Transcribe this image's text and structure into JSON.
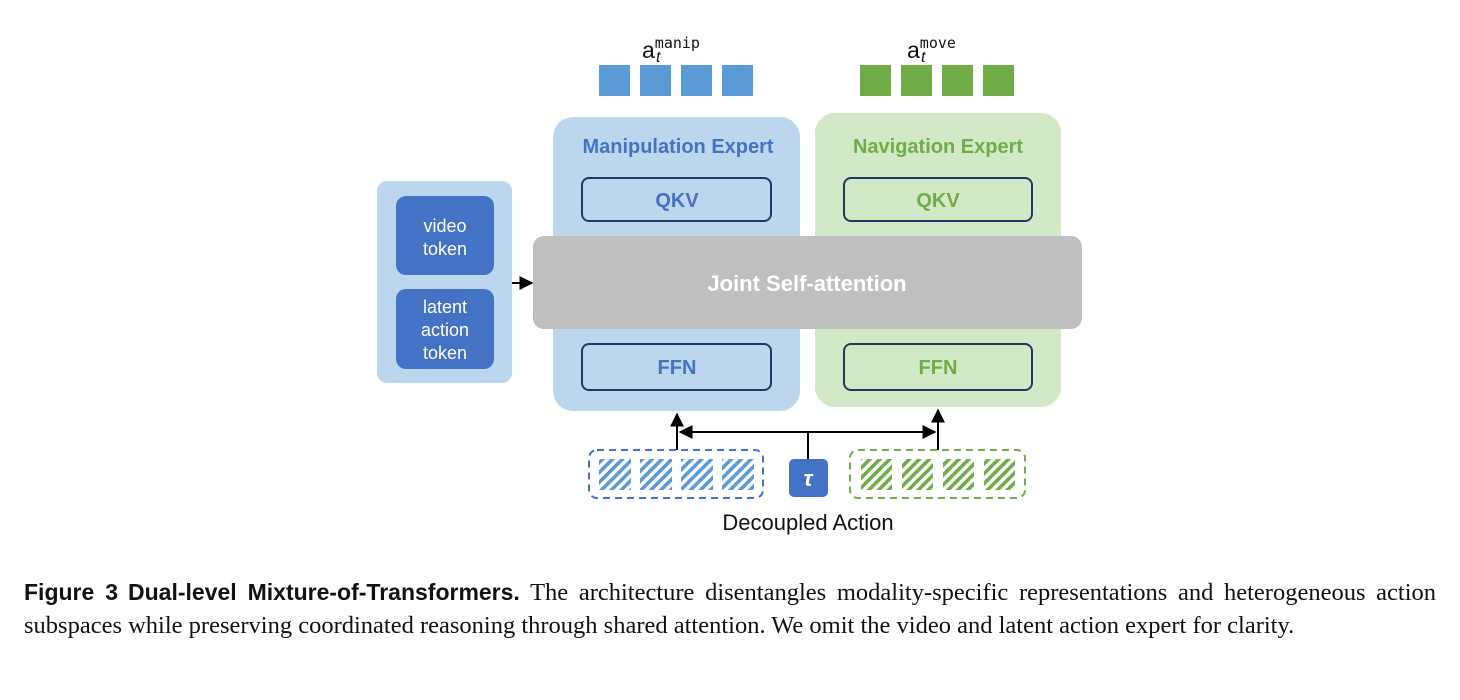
{
  "outputs": {
    "manip": {
      "base": "a",
      "sub": "t",
      "sup": "manip"
    },
    "move": {
      "base": "a",
      "sub": "t",
      "sup": "move"
    }
  },
  "input_box": {
    "video_token": [
      "video",
      "token"
    ],
    "latent_action_token": [
      "latent",
      "action",
      "token"
    ]
  },
  "experts": {
    "manipulation": {
      "title": "Manipulation Expert",
      "qkv": "QKV",
      "ffn": "FFN"
    },
    "navigation": {
      "title": "Navigation Expert",
      "qkv": "QKV",
      "ffn": "FFN"
    }
  },
  "joint_attention": "Joint Self-attention",
  "tau": "τ",
  "decoupled_action": "Decoupled Action",
  "caption": {
    "figure_label": "Figure 3",
    "title": "Dual-level Mixture-of-Transformers.",
    "text": "The architecture disentangles modality-specific representations and heterogeneous action subspaces while preserving coordinated reasoning through shared attention. We omit the video and latent action expert for clarity."
  },
  "colors": {
    "manip_accent": "#4472c4",
    "manip_light": "#bcd6ee",
    "manip_square": "#5b9bd5",
    "nav_accent": "#70ad47",
    "nav_light": "#d3e8c6",
    "joint_gray": "#bfbfbf",
    "input_panel": "#bcd6ee",
    "token_box": "#4472c4"
  }
}
